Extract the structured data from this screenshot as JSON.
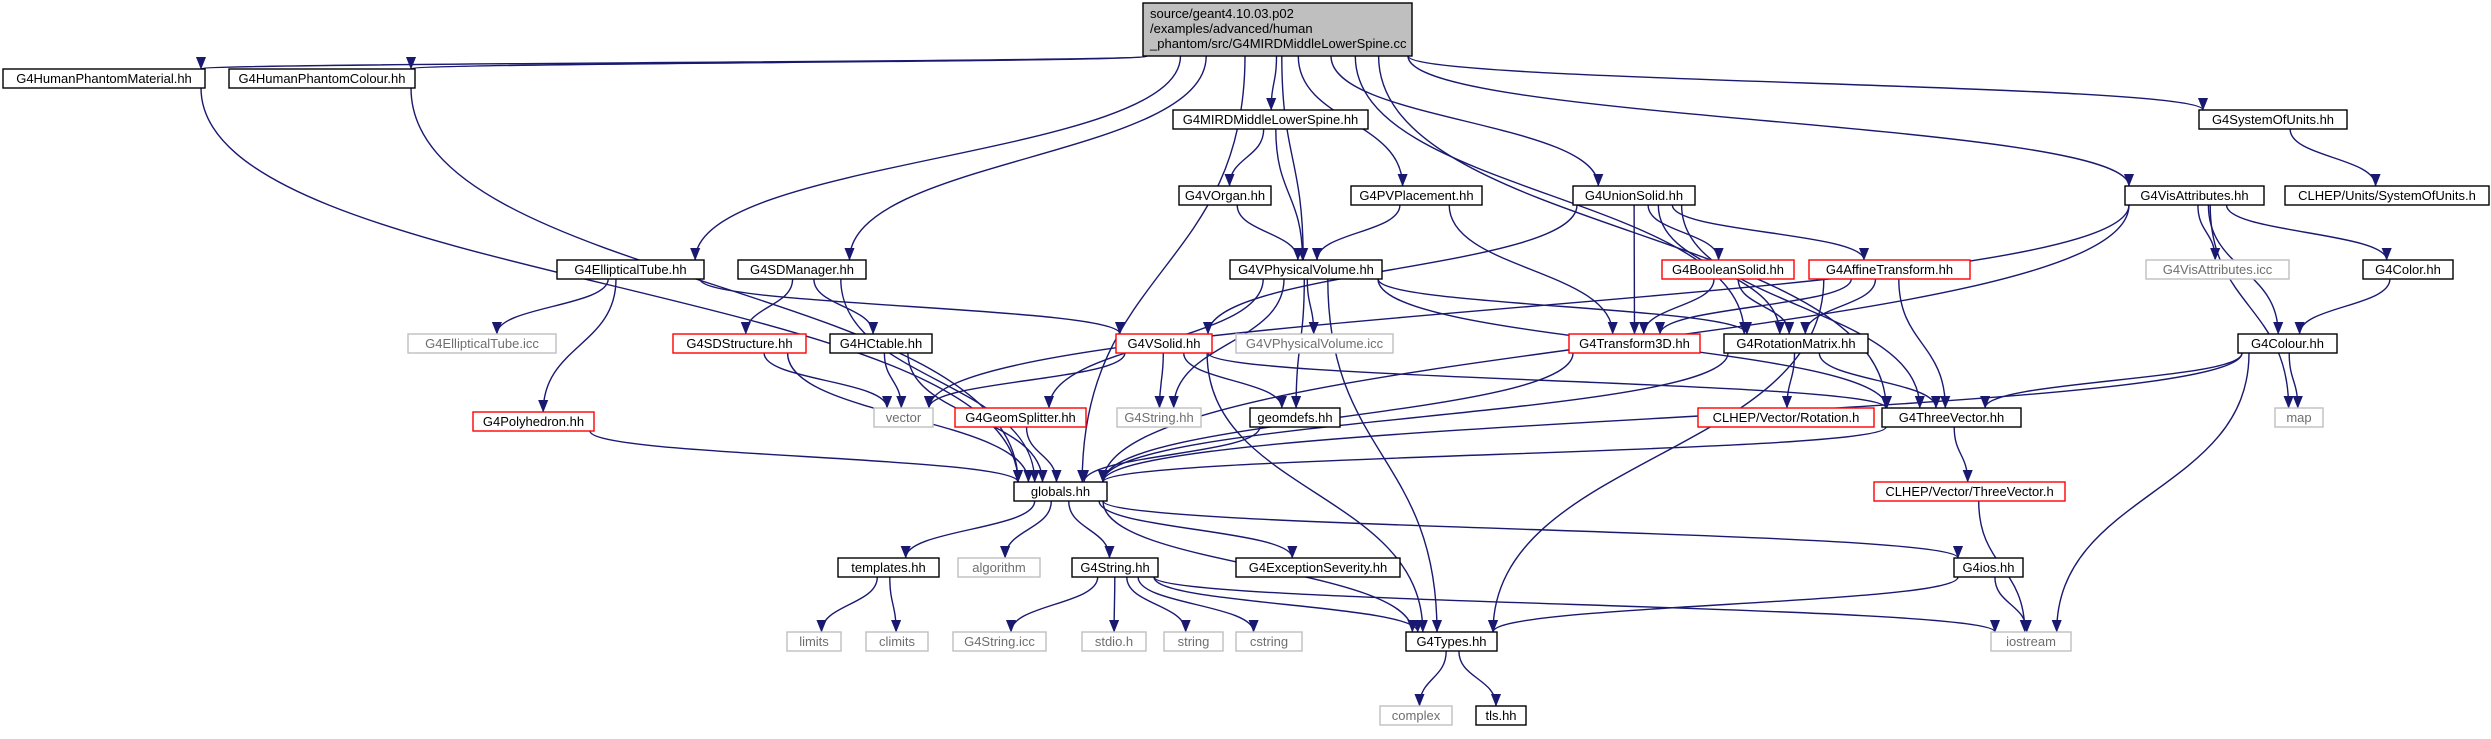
{
  "diagram": {
    "colors": {
      "edge": "#191970",
      "root_fill": "#bfbfbf",
      "documented_border": "#000000",
      "undocumented_border": "#ff0000",
      "system_border": "#bfbfbf"
    },
    "nodes": [
      {
        "id": "root",
        "label": "source/geant4.10.03.p02\n/examples/advanced/human\n_phantom/src/G4MIRDMiddleLowerSpine.cc",
        "kind": "root"
      },
      {
        "id": "material",
        "label": "G4HumanPhantomMaterial.hh",
        "kind": "normal"
      },
      {
        "id": "colour_hp",
        "label": "G4HumanPhantomColour.hh",
        "kind": "normal"
      },
      {
        "id": "mirdspine",
        "label": "G4MIRDMiddleLowerSpine.hh",
        "kind": "normal"
      },
      {
        "id": "sysunits",
        "label": "G4SystemOfUnits.hh",
        "kind": "normal"
      },
      {
        "id": "clhepunits",
        "label": "CLHEP/Units/SystemOfUnits.h",
        "kind": "normal"
      },
      {
        "id": "vorgan",
        "label": "G4VOrgan.hh",
        "kind": "normal"
      },
      {
        "id": "pvplacement",
        "label": "G4PVPlacement.hh",
        "kind": "normal"
      },
      {
        "id": "unionsolid",
        "label": "G4UnionSolid.hh",
        "kind": "normal"
      },
      {
        "id": "visattr",
        "label": "G4VisAttributes.hh",
        "kind": "normal"
      },
      {
        "id": "elltube",
        "label": "G4EllipticalTube.hh",
        "kind": "normal"
      },
      {
        "id": "sdmanager",
        "label": "G4SDManager.hh",
        "kind": "normal"
      },
      {
        "id": "vphysvol",
        "label": "G4VPhysicalVolume.hh",
        "kind": "normal"
      },
      {
        "id": "boolsolid",
        "label": "G4BooleanSolid.hh",
        "kind": "red"
      },
      {
        "id": "affine",
        "label": "G4AffineTransform.hh",
        "kind": "red"
      },
      {
        "id": "visattricc",
        "label": "G4VisAttributes.icc",
        "kind": "gray"
      },
      {
        "id": "color",
        "label": "G4Color.hh",
        "kind": "normal"
      },
      {
        "id": "elltubeicc",
        "label": "G4EllipticalTube.icc",
        "kind": "gray"
      },
      {
        "id": "sdstructure",
        "label": "G4SDStructure.hh",
        "kind": "red"
      },
      {
        "id": "hctable",
        "label": "G4HCtable.hh",
        "kind": "normal"
      },
      {
        "id": "vsolid",
        "label": "G4VSolid.hh",
        "kind": "red"
      },
      {
        "id": "vphysvolicc",
        "label": "G4VPhysicalVolume.icc",
        "kind": "gray"
      },
      {
        "id": "transform3d",
        "label": "G4Transform3D.hh",
        "kind": "red"
      },
      {
        "id": "rotmatrix",
        "label": "G4RotationMatrix.hh",
        "kind": "normal"
      },
      {
        "id": "colour",
        "label": "G4Colour.hh",
        "kind": "normal"
      },
      {
        "id": "vector",
        "label": "vector",
        "kind": "gray"
      },
      {
        "id": "geomsplitter",
        "label": "G4GeomSplitter.hh",
        "kind": "red"
      },
      {
        "id": "g4string_a",
        "label": "G4String.hh",
        "kind": "gray"
      },
      {
        "id": "geomdefs",
        "label": "geomdefs.hh",
        "kind": "normal"
      },
      {
        "id": "polyhedron",
        "label": "G4Polyhedron.hh",
        "kind": "red"
      },
      {
        "id": "clheprot",
        "label": "CLHEP/Vector/Rotation.h",
        "kind": "red"
      },
      {
        "id": "threevector",
        "label": "G4ThreeVector.hh",
        "kind": "normal"
      },
      {
        "id": "map",
        "label": "map",
        "kind": "gray"
      },
      {
        "id": "globals",
        "label": "globals.hh",
        "kind": "normal"
      },
      {
        "id": "clhep3v",
        "label": "CLHEP/Vector/ThreeVector.h",
        "kind": "red"
      },
      {
        "id": "templates",
        "label": "templates.hh",
        "kind": "normal"
      },
      {
        "id": "algorithm",
        "label": "algorithm",
        "kind": "gray"
      },
      {
        "id": "g4string",
        "label": "G4String.hh",
        "kind": "normal"
      },
      {
        "id": "exception",
        "label": "G4ExceptionSeverity.hh",
        "kind": "normal"
      },
      {
        "id": "g4ios",
        "label": "G4ios.hh",
        "kind": "normal"
      },
      {
        "id": "limits",
        "label": "limits",
        "kind": "gray"
      },
      {
        "id": "climits",
        "label": "climits",
        "kind": "gray"
      },
      {
        "id": "g4stringicc",
        "label": "G4String.icc",
        "kind": "gray"
      },
      {
        "id": "stdioh",
        "label": "stdio.h",
        "kind": "gray"
      },
      {
        "id": "string",
        "label": "string",
        "kind": "gray"
      },
      {
        "id": "cstring",
        "label": "cstring",
        "kind": "gray"
      },
      {
        "id": "g4types",
        "label": "G4Types.hh",
        "kind": "normal"
      },
      {
        "id": "iostream",
        "label": "iostream",
        "kind": "gray"
      },
      {
        "id": "complex",
        "label": "complex",
        "kind": "gray"
      },
      {
        "id": "tls",
        "label": "tls.hh",
        "kind": "normal"
      }
    ],
    "edges": [
      [
        "root",
        "material"
      ],
      [
        "root",
        "colour_hp"
      ],
      [
        "root",
        "mirdspine"
      ],
      [
        "root",
        "sysunits"
      ],
      [
        "root",
        "pvplacement"
      ],
      [
        "root",
        "unionsolid"
      ],
      [
        "root",
        "visattr"
      ],
      [
        "root",
        "elltube"
      ],
      [
        "root",
        "sdmanager"
      ],
      [
        "root",
        "vphysvol"
      ],
      [
        "root",
        "globals"
      ],
      [
        "root",
        "threevector"
      ],
      [
        "root",
        "rotmatrix"
      ],
      [
        "material",
        "globals"
      ],
      [
        "colour_hp",
        "globals"
      ],
      [
        "mirdspine",
        "vorgan"
      ],
      [
        "mirdspine",
        "vphysvol"
      ],
      [
        "sysunits",
        "clhepunits"
      ],
      [
        "vorgan",
        "vphysvol"
      ],
      [
        "pvplacement",
        "vphysvol"
      ],
      [
        "pvplacement",
        "transform3d"
      ],
      [
        "unionsolid",
        "boolsolid"
      ],
      [
        "unionsolid",
        "affine"
      ],
      [
        "unionsolid",
        "vsolid"
      ],
      [
        "unionsolid",
        "transform3d"
      ],
      [
        "unionsolid",
        "rotmatrix"
      ],
      [
        "unionsolid",
        "threevector"
      ],
      [
        "visattr",
        "visattricc"
      ],
      [
        "visattr",
        "color"
      ],
      [
        "visattr",
        "colour"
      ],
      [
        "visattr",
        "globals"
      ],
      [
        "visattr",
        "vector"
      ],
      [
        "visattr",
        "map"
      ],
      [
        "elltube",
        "elltubeicc"
      ],
      [
        "elltube",
        "polyhedron"
      ],
      [
        "elltube",
        "vsolid"
      ],
      [
        "sdmanager",
        "sdstructure"
      ],
      [
        "sdmanager",
        "hctable"
      ],
      [
        "sdmanager",
        "globals"
      ],
      [
        "vphysvol",
        "vphysvolicc"
      ],
      [
        "vphysvol",
        "geomsplitter"
      ],
      [
        "vphysvol",
        "g4string_a"
      ],
      [
        "vphysvol",
        "geomdefs"
      ],
      [
        "vphysvol",
        "rotmatrix"
      ],
      [
        "vphysvol",
        "threevector"
      ],
      [
        "vphysvol",
        "g4types"
      ],
      [
        "boolsolid",
        "transform3d"
      ],
      [
        "boolsolid",
        "rotmatrix"
      ],
      [
        "affine",
        "transform3d"
      ],
      [
        "affine",
        "rotmatrix"
      ],
      [
        "affine",
        "threevector"
      ],
      [
        "affine",
        "g4types"
      ],
      [
        "color",
        "colour"
      ],
      [
        "sdstructure",
        "vector"
      ],
      [
        "sdstructure",
        "globals"
      ],
      [
        "hctable",
        "vector"
      ],
      [
        "hctable",
        "globals"
      ],
      [
        "vsolid",
        "vector"
      ],
      [
        "vsolid",
        "g4string_a"
      ],
      [
        "vsolid",
        "geomdefs"
      ],
      [
        "vsolid",
        "threevector"
      ],
      [
        "vsolid",
        "g4types"
      ],
      [
        "transform3d",
        "globals"
      ],
      [
        "rotmatrix",
        "clheprot"
      ],
      [
        "rotmatrix",
        "threevector"
      ],
      [
        "rotmatrix",
        "globals"
      ],
      [
        "colour",
        "threevector"
      ],
      [
        "colour",
        "globals"
      ],
      [
        "colour",
        "map"
      ],
      [
        "colour",
        "iostream"
      ],
      [
        "geomsplitter",
        "globals"
      ],
      [
        "geomdefs",
        "globals"
      ],
      [
        "polyhedron",
        "globals"
      ],
      [
        "threevector",
        "globals"
      ],
      [
        "threevector",
        "clhep3v"
      ],
      [
        "clhep3v",
        "iostream"
      ],
      [
        "globals",
        "templates"
      ],
      [
        "globals",
        "algorithm"
      ],
      [
        "globals",
        "g4string"
      ],
      [
        "globals",
        "exception"
      ],
      [
        "globals",
        "g4ios"
      ],
      [
        "globals",
        "g4types"
      ],
      [
        "templates",
        "limits"
      ],
      [
        "templates",
        "climits"
      ],
      [
        "g4string",
        "g4stringicc"
      ],
      [
        "g4string",
        "stdioh"
      ],
      [
        "g4string",
        "string"
      ],
      [
        "g4string",
        "cstring"
      ],
      [
        "g4string",
        "g4types"
      ],
      [
        "g4string",
        "iostream"
      ],
      [
        "g4ios",
        "g4types"
      ],
      [
        "g4ios",
        "iostream"
      ],
      [
        "g4types",
        "complex"
      ],
      [
        "g4types",
        "tls"
      ]
    ]
  }
}
